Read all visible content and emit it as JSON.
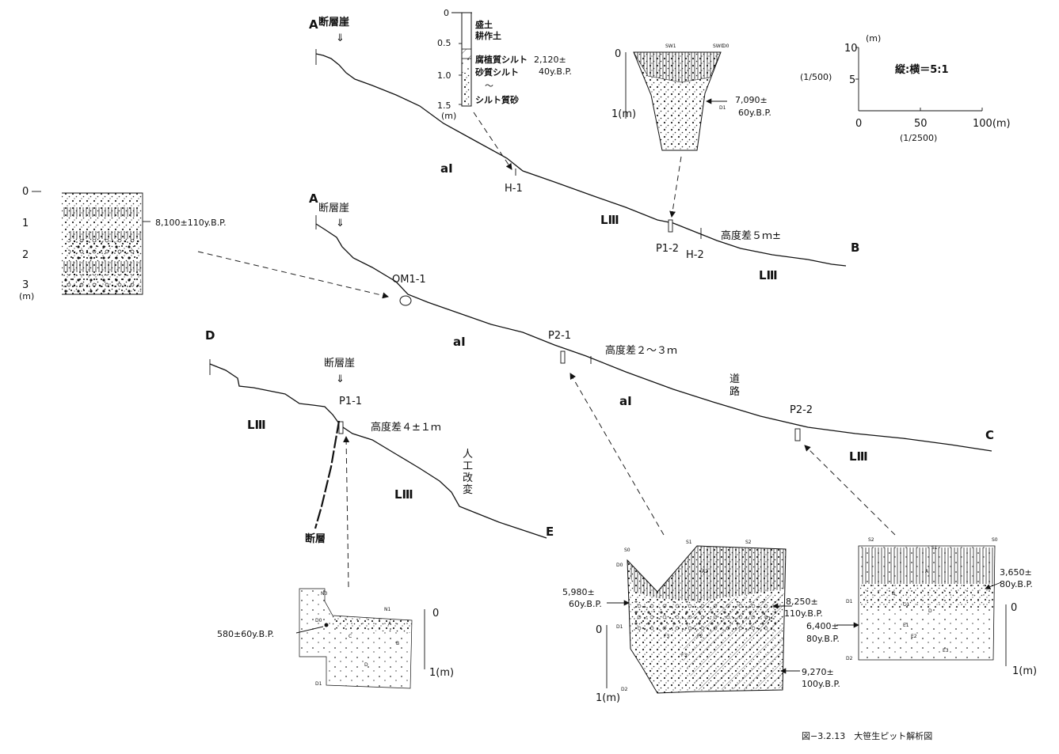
{
  "figure_caption": "図−3.2.13　大笹生ピット解析図",
  "scale": {
    "vertical_units": "(m)",
    "v_ticks": [
      "0",
      "5",
      "10"
    ],
    "h_ticks": [
      "0",
      "50",
      "100(m)"
    ],
    "v_ratio": "(1/500)",
    "h_ratio": "(1/2500)",
    "ratio_label": "縦:横＝5:1"
  },
  "profiles": {
    "ab": {
      "start": "A",
      "end": "B",
      "fault_label": "断層崖",
      "arrow": "⇓",
      "diff_label": "高度差５ｍ±"
    },
    "ac": {
      "start": "A",
      "end": "C",
      "fault_label": "断層崖",
      "arrow": "⇓",
      "diff_label": "高度差２〜３ｍ",
      "road_chars": [
        "道",
        "路"
      ]
    },
    "de": {
      "start": "D",
      "end": "E",
      "fault_label": "断層崖",
      "arrow": "⇓",
      "diff_label": "高度差４±１ｍ",
      "artificial_chars": [
        "人",
        "工",
        "改",
        "変"
      ],
      "fault": "断層"
    }
  },
  "units": {
    "aI": "aⅠ",
    "LIII": "LⅢ"
  },
  "pits": {
    "h1": "H-1",
    "h2": "H-2",
    "p1_2": "P1-2",
    "om1_1": "OM1-1",
    "p2_1": "P2-1",
    "p2_2": "P2-2",
    "p1_1": "P1-1"
  },
  "column_h1": {
    "depth_ticks": [
      "0",
      "0.5",
      "1.0",
      "1.5"
    ],
    "unit": "(m)",
    "layers": [
      "盛土",
      "耕作土",
      "腐植質シルト",
      "砂質シルト",
      "〜",
      "シルト質砂"
    ],
    "date_1": "2,120±",
    "date_2": "40y.B.P."
  },
  "sketch_p1_2": {
    "top_labels": [
      "SW1",
      "SW0",
      "D0"
    ],
    "scale_top": "0",
    "scale_bottom": "1(m)",
    "date_1": "7,090±",
    "date_2": "60y.B.P.",
    "marker": "D1"
  },
  "sketch_om1_1": {
    "depth_ticks": [
      "0",
      "1",
      "2",
      "3"
    ],
    "unit": "(m)",
    "date": "8,100±110y.B.P."
  },
  "sketch_p1_1": {
    "labels": [
      "N0",
      "N1",
      "D0",
      "D1",
      "A",
      "C",
      "B",
      "D"
    ],
    "scale_top": "0",
    "scale_bottom": "1(m)",
    "date": "580±60y.B.P."
  },
  "sketch_p2_1": {
    "labels": [
      "S0",
      "S1",
      "S2",
      "D0",
      "D1",
      "D2",
      "A2",
      "F3",
      "F2",
      "F1",
      "F3"
    ],
    "scale_top": "0",
    "scale_bottom": "1(m)",
    "date_a_1": "5,980±",
    "date_a_2": "60y.B.P.",
    "date_b_1": "8,250±",
    "date_b_2": "110y.B.P.",
    "date_c_1": "9,270±",
    "date_c_2": "100y.B.P."
  },
  "sketch_p2_2": {
    "labels": [
      "S2",
      "S1",
      "S0",
      "D1",
      "D2",
      "A",
      "B",
      "C1",
      "D",
      "E1",
      "E2",
      "E3"
    ],
    "scale_top": "0",
    "scale_bottom": "1(m)",
    "date_a_1": "3,650±",
    "date_a_2": "80y.B.P.",
    "date_b_1": "6,400±",
    "date_b_2": "80y.B.P."
  }
}
